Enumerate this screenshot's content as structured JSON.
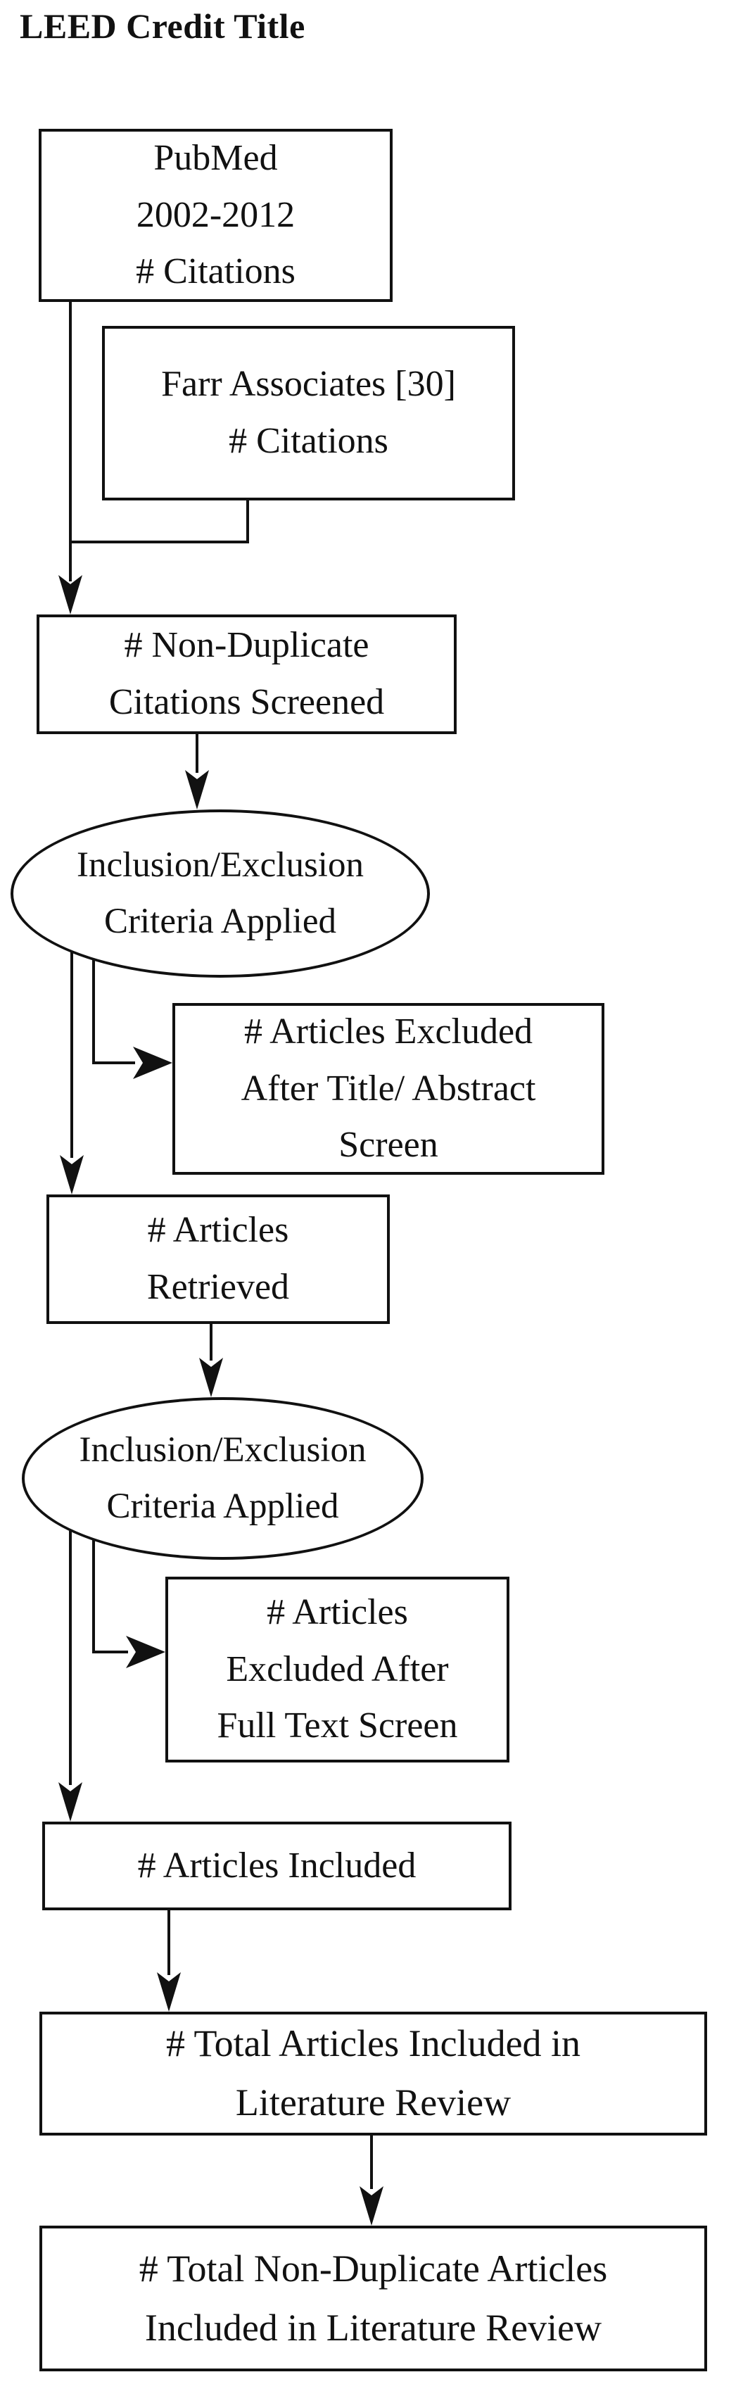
{
  "title": "LEED Credit Title",
  "flow": {
    "colors": {
      "stroke": "#111111",
      "fill": "#ffffff",
      "text": "#111111"
    },
    "nodes": {
      "pubmed": {
        "shape": "rectangle",
        "lines": [
          "PubMed",
          "2002-2012",
          "# Citations"
        ]
      },
      "farr": {
        "shape": "rectangle",
        "lines": [
          "Farr Associates [30]",
          "# Citations"
        ]
      },
      "nondup": {
        "shape": "rectangle",
        "lines": [
          "# Non-Duplicate",
          "Citations Screened"
        ]
      },
      "criteria1": {
        "shape": "ellipse",
        "lines": [
          "Inclusion/Exclusion",
          "Criteria Applied"
        ]
      },
      "excl_title_abstract": {
        "shape": "rectangle",
        "lines": [
          "# Articles Excluded",
          "After Title/ Abstract",
          "Screen"
        ]
      },
      "retrieved": {
        "shape": "rectangle",
        "lines": [
          "# Articles",
          "Retrieved"
        ]
      },
      "criteria2": {
        "shape": "ellipse",
        "lines": [
          "Inclusion/Exclusion",
          "Criteria Applied"
        ]
      },
      "excl_full_text": {
        "shape": "rectangle",
        "lines": [
          "# Articles",
          "Excluded After",
          "Full Text Screen"
        ]
      },
      "included": {
        "shape": "rectangle",
        "lines": [
          "# Articles Included"
        ]
      },
      "total_included": {
        "shape": "rectangle",
        "lines": [
          "# Total Articles Included in",
          "Literature Review"
        ]
      },
      "total_nondup": {
        "shape": "rectangle",
        "lines": [
          "# Total Non-Duplicate Articles",
          "Included in Literature Review"
        ]
      }
    },
    "edges": [
      {
        "from": "pubmed",
        "to": "nondup",
        "type": "arrow"
      },
      {
        "from": "farr",
        "to": "nondup",
        "type": "merge-arrow"
      },
      {
        "from": "nondup",
        "to": "criteria1",
        "type": "arrow"
      },
      {
        "from": "criteria1",
        "to": "excl_title_abstract",
        "type": "branch-arrow"
      },
      {
        "from": "criteria1",
        "to": "retrieved",
        "type": "arrow"
      },
      {
        "from": "retrieved",
        "to": "criteria2",
        "type": "arrow"
      },
      {
        "from": "criteria2",
        "to": "excl_full_text",
        "type": "branch-arrow"
      },
      {
        "from": "criteria2",
        "to": "included",
        "type": "arrow"
      },
      {
        "from": "included",
        "to": "total_included",
        "type": "arrow"
      },
      {
        "from": "total_included",
        "to": "total_nondup",
        "type": "arrow"
      }
    ]
  }
}
